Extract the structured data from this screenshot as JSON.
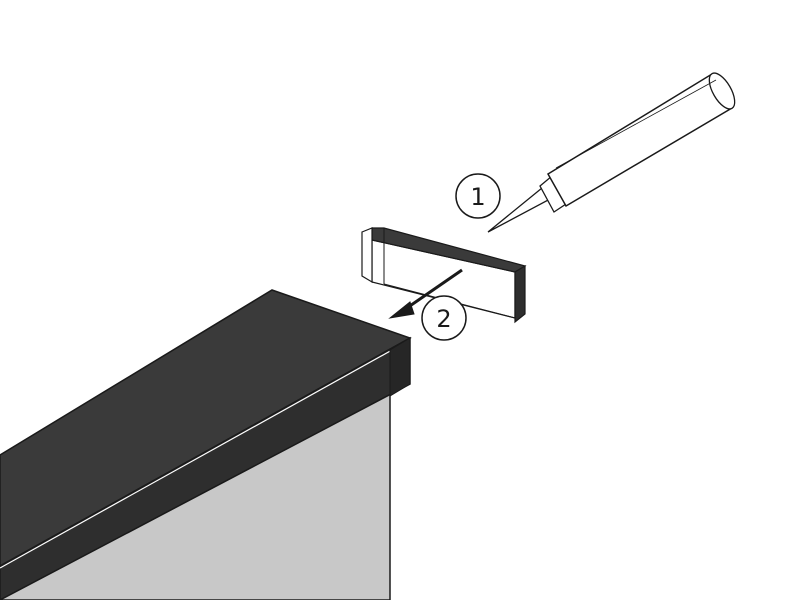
{
  "steps": [
    {
      "number": "1",
      "action": "apply-sealant"
    },
    {
      "number": "2",
      "action": "push-cap-onto-coping"
    }
  ],
  "colors": {
    "coping": "#3a3a3a",
    "wall": "#c8c8c8",
    "outline": "#1a1a1a",
    "background": "#ffffff"
  },
  "icons": {
    "tool": "sealant-gun-icon",
    "direction": "arrow-icon"
  }
}
